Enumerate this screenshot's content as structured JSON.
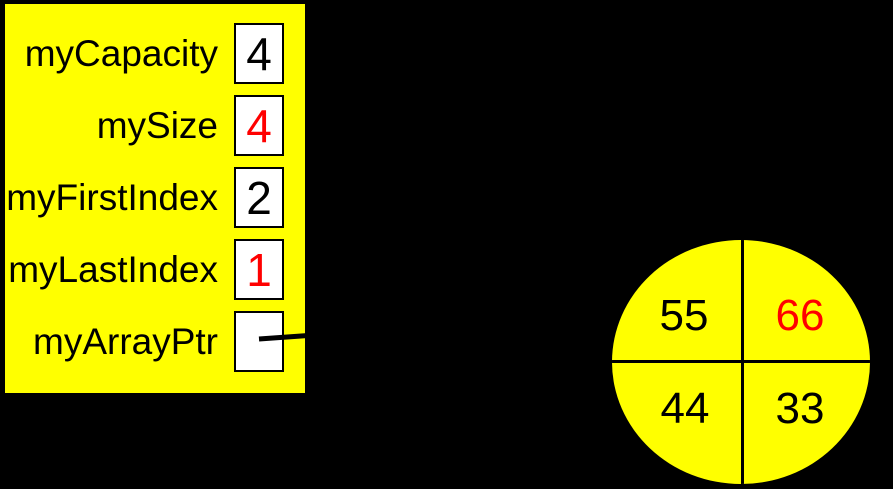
{
  "colors": {
    "background": "#000000",
    "panel_fill": "#FFFF00",
    "circle_fill": "#FFFF00",
    "value_box_fill": "#FFFFFF",
    "text_default": "#000000",
    "text_highlight": "#FF0000",
    "line": "#000000"
  },
  "record": {
    "fields": [
      {
        "label": "myCapacity",
        "value": "4",
        "value_color": "#000000"
      },
      {
        "label": "mySize",
        "value": "4",
        "value_color": "#FF0000"
      },
      {
        "label": "myFirstIndex",
        "value": "2",
        "value_color": "#000000"
      },
      {
        "label": "myLastIndex",
        "value": "1",
        "value_color": "#FF0000"
      },
      {
        "label": "myArrayPtr",
        "value": "",
        "value_color": "#000000"
      }
    ]
  },
  "circular_array": {
    "cells": [
      {
        "quadrant": "top-left",
        "value": "55",
        "color": "#000000"
      },
      {
        "quadrant": "top-right",
        "value": "66",
        "color": "#FF0000"
      },
      {
        "quadrant": "bottom-left",
        "value": "44",
        "color": "#000000"
      },
      {
        "quadrant": "bottom-right",
        "value": "33",
        "color": "#000000"
      }
    ]
  }
}
